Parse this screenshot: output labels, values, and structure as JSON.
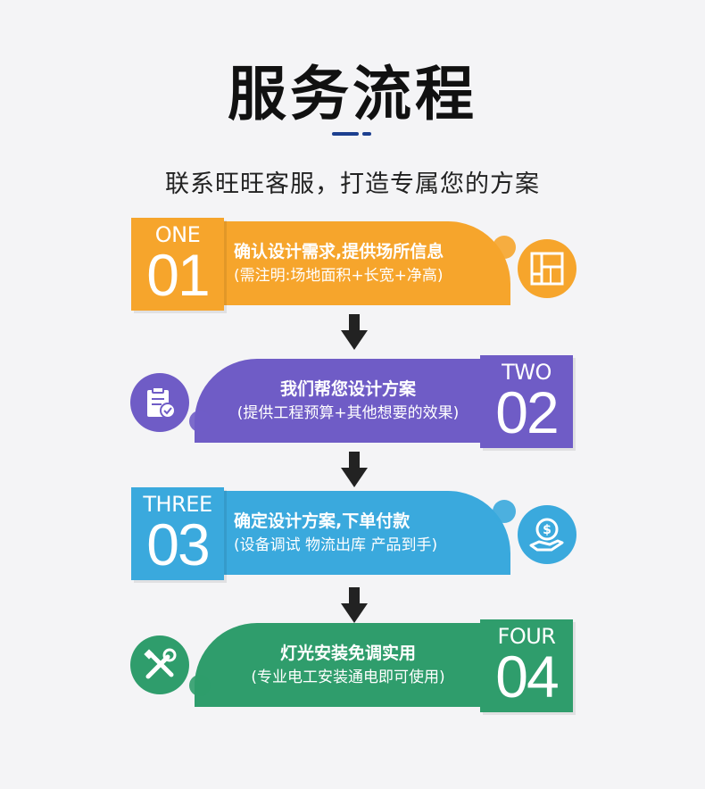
{
  "header": {
    "title": "服务流程",
    "subtitle": "联系旺旺客服，打造专属您的方案"
  },
  "steps": [
    {
      "word": "ONE",
      "num": "01",
      "line1": "确认设计需求,提供场所信息",
      "line2": "(需注明:场地面积+长宽+净高)",
      "color": "#f6a52c",
      "icon": "blueprint-icon"
    },
    {
      "word": "TWO",
      "num": "02",
      "line1": "我们帮您设计方案",
      "line2": "(提供工程预算+其他想要的效果)",
      "color": "#6f5cc6",
      "icon": "clipboard-check-icon"
    },
    {
      "word": "THREE",
      "num": "03",
      "line1": "确定设计方案,下单付款",
      "line2": "(设备调试 物流出库 产品到手)",
      "color": "#3aa9dd",
      "icon": "payment-hand-icon"
    },
    {
      "word": "FOUR",
      "num": "04",
      "line1": "灯光安装免调实用",
      "line2": "(专业电工安装通电即可使用)",
      "color": "#2f9d6c",
      "icon": "tools-icon"
    }
  ]
}
